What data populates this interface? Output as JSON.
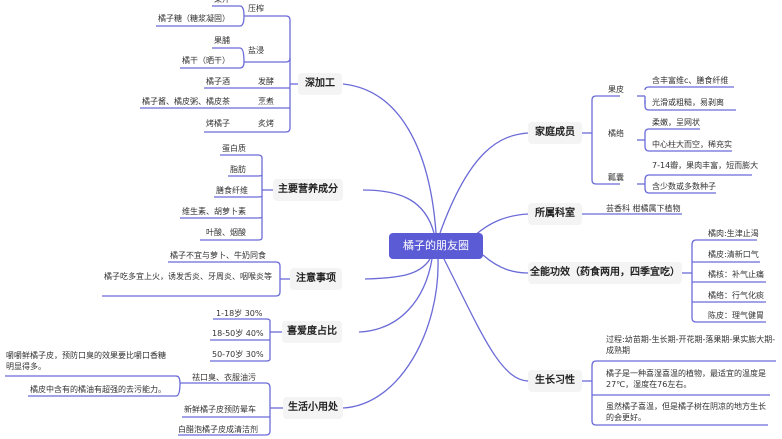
{
  "center": {
    "label": "橘子的朋友圈"
  },
  "colors": {
    "accent": "#5b5bd6",
    "link": "#6b6bd8",
    "node_bg": "#f4f4f4"
  },
  "left": {
    "deep_processing": {
      "label": "深加工",
      "groups": [
        {
          "label": "压榨",
          "items": [
            "果汁",
            "橘子糖（糖浆凝固）"
          ]
        },
        {
          "label": "盐浸",
          "items": [
            "果脯",
            "橘干（晒干）"
          ]
        },
        {
          "label": "发酵",
          "items": [
            "橘子酒"
          ]
        },
        {
          "label": "烹煮",
          "items": [
            "橘子酱、橘皮粥、橘皮茶"
          ]
        },
        {
          "label": "炙烤",
          "items": [
            "烤橘子"
          ]
        }
      ]
    },
    "nutrition": {
      "label": "主要营养成分",
      "items": [
        "蛋白质",
        "脂肪",
        "膳食纤维",
        "维生素、胡萝卜素",
        "叶酸、烟酸"
      ]
    },
    "cautions": {
      "label": "注意事项",
      "items": [
        "橘子不宜与萝卜、牛奶同食",
        "橘子吃多宜上火，诱发舌炎、牙周炎、咽喉炎等"
      ]
    },
    "popularity": {
      "label": "喜爱度占比",
      "items": [
        "1-18岁  30%",
        "18-50岁  40%",
        "50-70岁  30%"
      ]
    },
    "daily_uses": {
      "label": "生活小用处",
      "groups": [
        {
          "label": "祛口臭、衣服油污",
          "items": [
            "嚼嚼鲜橘子皮，预防口臭的效果要比嚼口香糖明显得多。",
            "橘皮中含有的橘油有超强的去污能力。"
          ]
        },
        {
          "label": "新鲜橘子皮预防晕车",
          "items": []
        },
        {
          "label": "白醋泡橘子皮成清洁剂",
          "items": []
        }
      ]
    }
  },
  "right": {
    "family": {
      "label": "家庭成员",
      "groups": [
        {
          "label": "果皮",
          "items": [
            "含丰富维c、膳食纤维",
            "光滑或粗糙，易剥离"
          ]
        },
        {
          "label": "橘络",
          "items": [
            "柔嫩，呈网状",
            "中心柱大而空，稀充实"
          ]
        },
        {
          "label": "瓤囊",
          "items": [
            "7-14瓣，果肉丰富，短而膨大",
            "含少数或多数种子"
          ]
        }
      ]
    },
    "family_taxon": {
      "label": "所属科室",
      "items": [
        "芸香科 柑橘属下植物"
      ]
    },
    "effects": {
      "label": "全能功效（药食两用，四季宜吃）",
      "items": [
        "橘肉:生津止渴",
        "橘皮:清新口气",
        "橘核：补气止痛",
        "橘络：行气化痰",
        "陈皮：理气健胃"
      ]
    },
    "growth": {
      "label": "生长习性",
      "items": [
        "过程:幼苗期-生长期-开花期-落果期-果实膨大期-成熟期",
        "橘子是一种喜湿喜温的植物，最适宜的温度是27℃，湿度在76左右。",
        "虽然橘子喜温，但是橘子树在阴凉的地方生长的会更好。"
      ]
    }
  }
}
